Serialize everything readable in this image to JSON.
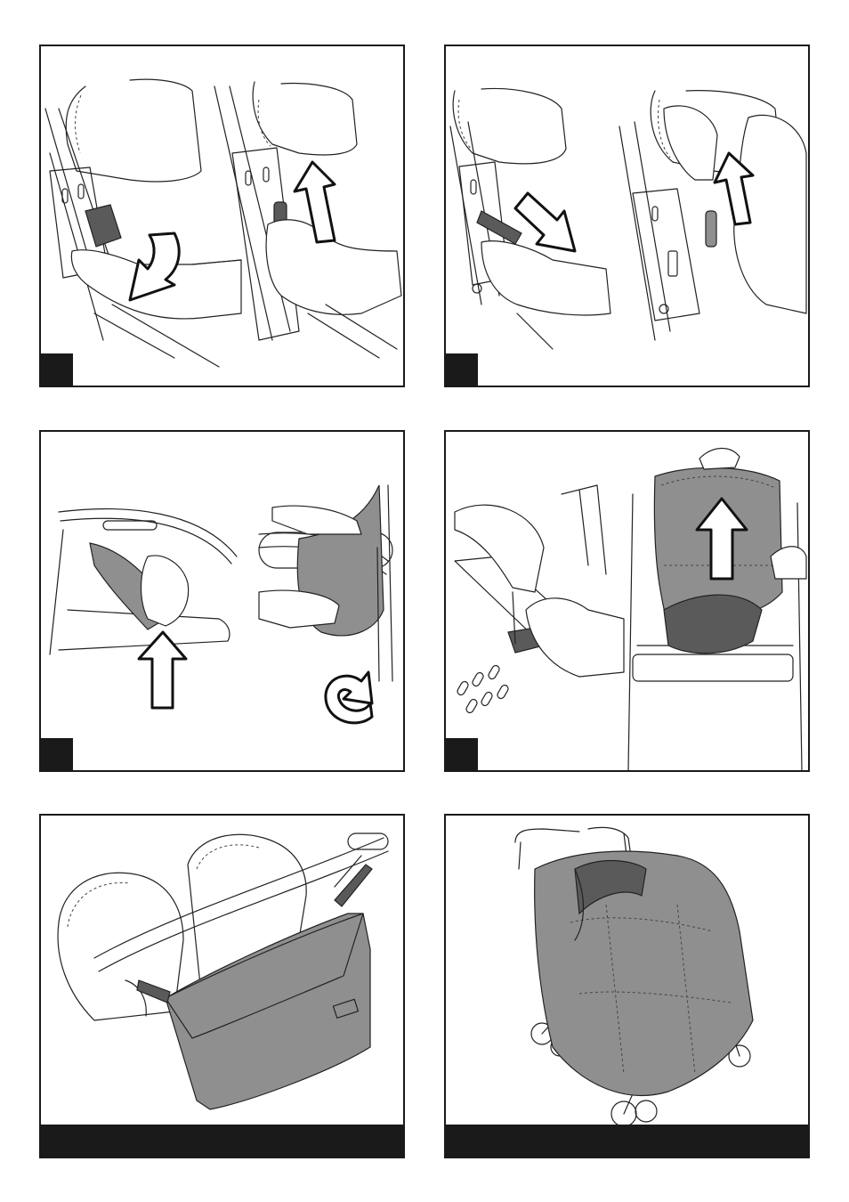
{
  "panels": [
    {
      "id": "p1",
      "footer": "badge"
    },
    {
      "id": "p2",
      "footer": "badge"
    },
    {
      "id": "p3",
      "footer": "badge"
    },
    {
      "id": "p4",
      "footer": "badge"
    },
    {
      "id": "p5",
      "footer": "bar"
    },
    {
      "id": "p6",
      "footer": "bar"
    }
  ],
  "colors": {
    "frame": "#1a1a1a",
    "fabric": "#8f8f8f",
    "fabric_dark": "#5a5a5a",
    "background": "#ffffff"
  },
  "icons": [
    "arrow-curved-down-icon",
    "arrow-up-icon",
    "arrow-down-right-icon",
    "arrow-rotate-icon"
  ]
}
